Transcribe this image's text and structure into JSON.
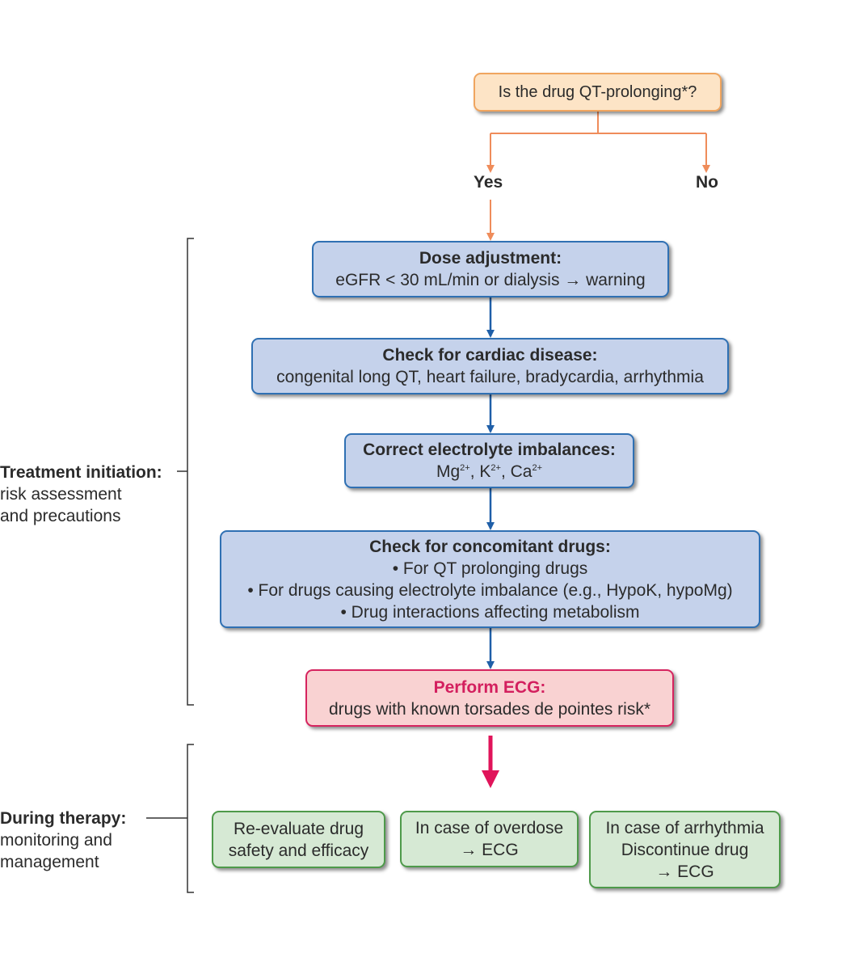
{
  "question": {
    "text": "Is the drug QT-prolonging*?"
  },
  "branches": {
    "yes": "Yes",
    "no": "No"
  },
  "steps": {
    "dose": {
      "title": "Dose adjustment:",
      "text": "eGFR < 30 mL/min or dialysis → warning"
    },
    "cardiac": {
      "title": "Check for cardiac disease:",
      "text": "congenital long QT, heart failure, bradycardia, arrhythmia"
    },
    "electrolyte": {
      "title": "Correct electrolyte imbalances:",
      "ions": [
        "Mg",
        "K",
        "Ca"
      ],
      "charge": "2+",
      "separator": ", "
    },
    "concomitant": {
      "title": "Check for concomitant drugs:",
      "bullets": [
        "• For QT prolonging drugs",
        "• For drugs causing electrolyte imbalance (e.g., HypoK, hypoMg)",
        "• Drug interactions affecting metabolism"
      ]
    },
    "ecg": {
      "title": "Perform ECG:",
      "text": "drugs with known torsades de pointes risk*"
    }
  },
  "therapy": {
    "reevaluate": {
      "line1": "Re-evaluate drug",
      "line2": "safety and efficacy"
    },
    "overdose": {
      "line1": "In case of overdose",
      "line2": "→ ECG"
    },
    "arrhythmia": {
      "line1": "In case of arrhythmia",
      "line2": "Discontinue drug",
      "line3": "→ ECG"
    }
  },
  "sections": {
    "initiation": {
      "title": "Treatment initiation:",
      "line1": "risk assessment",
      "line2": "and precautions"
    },
    "during": {
      "title": "During therapy:",
      "line1": "monitoring and",
      "line2": "management"
    }
  },
  "colors": {
    "orange_arrow": "#ef8c5a",
    "blue_arrow": "#1f5fa8",
    "magenta_arrow": "#e0145a",
    "bracket": "#333333"
  }
}
